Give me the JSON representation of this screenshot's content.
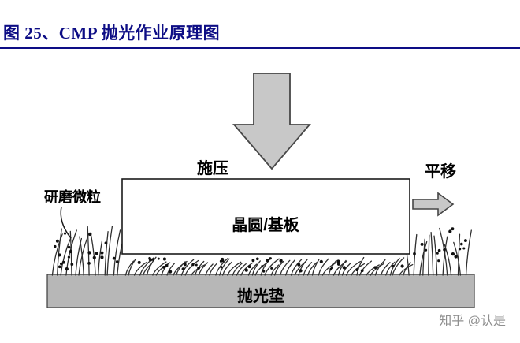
{
  "figure": {
    "title": "图 25、CMP 抛光作业原理图",
    "accent_color": "#0d0d85"
  },
  "diagram": {
    "pressure_label": "施压",
    "translate_label": "平移",
    "wafer_label": "晶圆/基板",
    "abrasive_label": "研磨微粒",
    "pad_label": "抛光垫",
    "arrow_fill": "#c8c8c8",
    "pad_fill": "#b7b7b7"
  },
  "watermark": "知乎 @认是"
}
